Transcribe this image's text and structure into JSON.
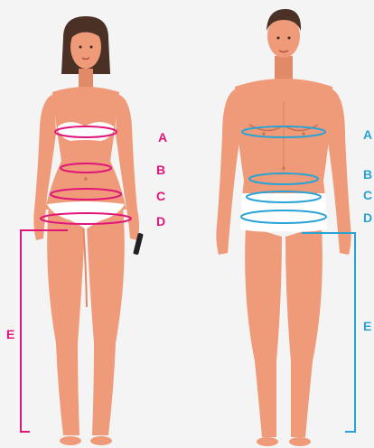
{
  "colors": {
    "background": "#f4f4f4",
    "skin": "#ef9a78",
    "skin_shadow": "#e08a68",
    "hair": "#4a3025",
    "underwear": "#ffffff",
    "female_accent": "#e0157a",
    "male_accent": "#29a3d6"
  },
  "female": {
    "labels": {
      "a": "A",
      "b": "B",
      "c": "C",
      "d": "D",
      "e": "E"
    }
  },
  "male": {
    "labels": {
      "a": "A",
      "b": "B",
      "c": "C",
      "d": "D",
      "e": "E"
    }
  }
}
